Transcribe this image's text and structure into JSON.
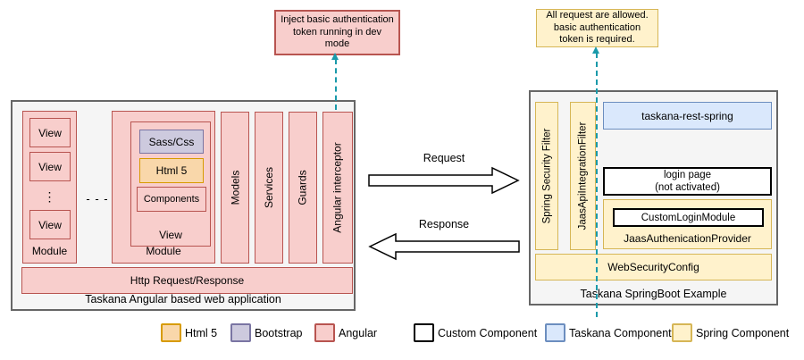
{
  "colors": {
    "angular_fill": "#f8cecc",
    "angular_border": "#b85450",
    "html5_fill": "#f9d7aa",
    "html5_border": "#d79b00",
    "bootstrap_fill": "#cdcade",
    "bootstrap_border": "#7a75a3",
    "spring_fill": "#fff2cc",
    "spring_border": "#d6b656",
    "taskana_fill": "#dae8fc",
    "taskana_border": "#6c8ebf",
    "custom_fill": "#ffffff",
    "custom_border": "#000000",
    "container_fill": "#f5f5f5",
    "container_border": "#666666",
    "connector": "#1a9aaa"
  },
  "notes": {
    "dev_token": "Inject basic authentication\ntoken running in dev\nmode",
    "auth_required": "All request are allowed.\nbasic authentication\ntoken is required."
  },
  "angular_app": {
    "caption": "Taskana Angular based web application",
    "module1": {
      "label": "Module",
      "view1": "View",
      "view2": "View",
      "view3": "View",
      "dots": "⋮"
    },
    "between_modules": "- - -",
    "module2": {
      "label": "Module",
      "view_label": "View",
      "sass": "Sass/Css",
      "html5": "Html 5",
      "components": "Components"
    },
    "models": "Models",
    "services": "Services",
    "guards": "Guards",
    "interceptor": "Angular interceptor",
    "http_bar": "Http Request/Response"
  },
  "flows": {
    "request": "Request",
    "response": "Response"
  },
  "springboot": {
    "caption": "Taskana SpringBoot Example",
    "filter1": "Spring Security Filter",
    "filter2": "JaasApiIntegrationFilter",
    "rest": "taskana-rest-spring",
    "login": "login page\n(not activated)",
    "provider_label": "JaasAuthenicationProvider",
    "custom_login": "CustomLoginModule",
    "web_security": "WebSecurityConfig"
  },
  "legend": {
    "html5": "Html 5",
    "bootstrap": "Bootstrap",
    "angular": "Angular",
    "custom": "Custom Component",
    "taskana": "Taskana Component",
    "spring": "Spring Component"
  }
}
